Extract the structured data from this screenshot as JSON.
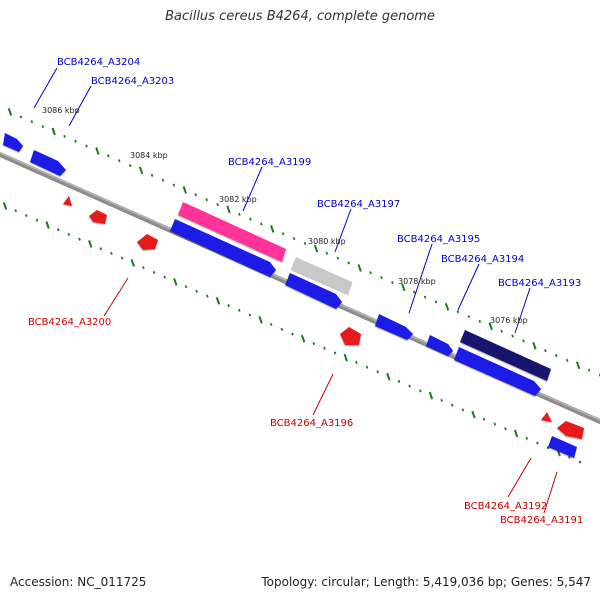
{
  "title": "Bacillus cereus B4264, complete genome",
  "footer": {
    "accession": "Accession: NC_011725",
    "summary": "Topology: circular; Length: 5,419,036 bp; Genes: 5,547"
  },
  "colors": {
    "forward_gene": "#1a1ae6",
    "reverse_gene": "#e61a1a",
    "highlight_gene": "#ff3399",
    "dark_gene": "#14146e",
    "grey_feature": "#c8c8c8",
    "backbone": "#8c8c8c",
    "tick": "#1a7a1a",
    "forward_label": "#0000c8",
    "reverse_label": "#c80000"
  },
  "ticks": [
    "3086 kbp",
    "3084 kbp",
    "3082 kbp",
    "3080 kbp",
    "3078 kbp",
    "3076 kbp"
  ],
  "genes": [
    {
      "name": "BCB4264_A3204",
      "strand": "forward",
      "style": "forward"
    },
    {
      "name": "BCB4264_A3203",
      "strand": "forward",
      "style": "forward"
    },
    {
      "name": "BCB4264_A3200",
      "strand": "reverse",
      "style": "reverse"
    },
    {
      "name": "BCB4264_A3199",
      "strand": "forward",
      "style": "highlight"
    },
    {
      "name": "BCB4264_A3197",
      "strand": "forward",
      "style": "grey"
    },
    {
      "name": "BCB4264_A3196",
      "strand": "reverse",
      "style": "reverse"
    },
    {
      "name": "BCB4264_A3195",
      "strand": "forward",
      "style": "forward"
    },
    {
      "name": "BCB4264_A3194",
      "strand": "forward",
      "style": "forward"
    },
    {
      "name": "BCB4264_A3193",
      "strand": "forward",
      "style": "dark"
    },
    {
      "name": "BCB4264_A3192",
      "strand": "reverse",
      "style": "reverse"
    },
    {
      "name": "BCB4264_A3191",
      "strand": "forward",
      "style": "forward"
    }
  ]
}
